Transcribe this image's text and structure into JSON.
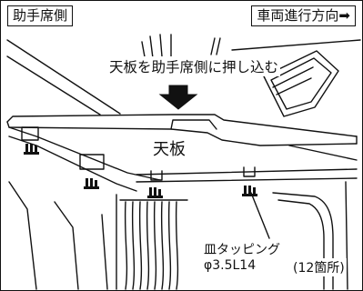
{
  "labels": {
    "passenger_side": "助手席側",
    "direction": "車両進行方向➡",
    "instruction": "天板を助手席側に押し込む",
    "panel": "天板",
    "screw_name": "皿タッピング",
    "screw_spec": "φ3.5L14",
    "screw_count": "(12箇所)"
  },
  "colors": {
    "line": "#111111",
    "background": "#ffffff"
  },
  "icons": {
    "push_arrow": "down-arrow-icon",
    "fasteners": "screw-clip-icon"
  }
}
